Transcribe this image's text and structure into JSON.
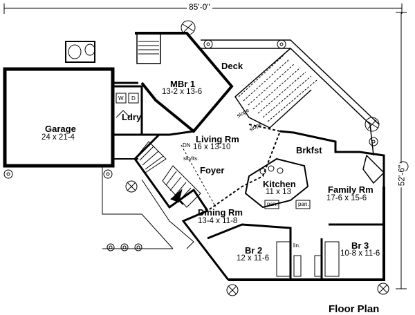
{
  "dimensions": {
    "width": "85'-0\"",
    "depth": "52'-6\""
  },
  "title": "Floor Plan",
  "rooms": {
    "deck": {
      "name": "Deck"
    },
    "mbr": {
      "name": "MBr 1",
      "size": "13-2 x 13-6"
    },
    "garage": {
      "name": "Garage",
      "size": "24 x 21-4"
    },
    "ldry": {
      "name": "Ldry"
    },
    "living": {
      "name": "Living Rm",
      "size": "16 x 13-10"
    },
    "foyer": {
      "name": "Foyer"
    },
    "brkfst": {
      "name": "Brkfst"
    },
    "kitchen": {
      "name": "Kitchen",
      "size": "11 x 13"
    },
    "family": {
      "name": "Family Rm",
      "size": "17-6 x 15-6"
    },
    "dining": {
      "name": "Dining Rm",
      "size": "13-4 x 11-8"
    },
    "br2": {
      "name": "Br 2",
      "size": "12 x 11-6"
    },
    "br3": {
      "name": "Br 3",
      "size": "10-8 x 11-6"
    }
  },
  "small_labels": {
    "washer": "W",
    "dryer": "D",
    "dn": "DN",
    "skylts": "skylts.",
    "slope1": "slope",
    "slope2": "slope",
    "pan1": "pan.",
    "pan2": "pan.",
    "lin": "lin."
  }
}
